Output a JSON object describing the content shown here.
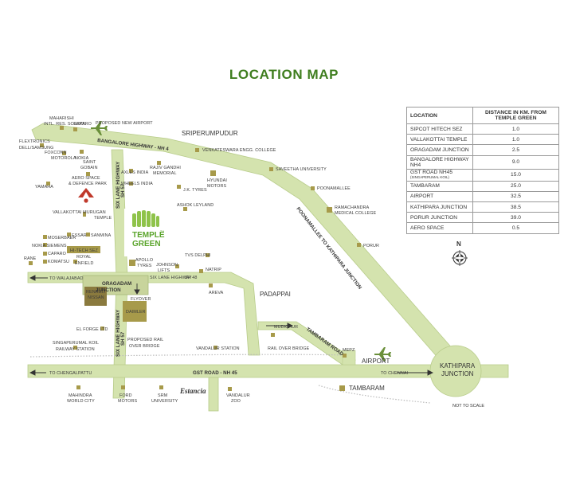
{
  "title": "LOCATION MAP",
  "table": {
    "header_location": "LOCATION",
    "header_distance": "DISTANCE IN KM. FROM TEMPLE GREEN",
    "rows": [
      {
        "name": "SIPCOT HITECH SEZ",
        "sub": "",
        "km": "1.0"
      },
      {
        "name": "VALLAKOTTAI TEMPLE",
        "sub": "",
        "km": "1.0"
      },
      {
        "name": "ORAGADAM JUNCTION",
        "sub": "",
        "km": "2.5"
      },
      {
        "name": "BANGALORE HIGHWAY NH4",
        "sub": "",
        "km": "9.0"
      },
      {
        "name": "GST ROAD NH45",
        "sub": "(SINGAPERUMAL KOIL)",
        "km": "15.0"
      },
      {
        "name": "TAMBARAM",
        "sub": "",
        "km": "25.0"
      },
      {
        "name": "AIRPORT",
        "sub": "",
        "km": "32.5"
      },
      {
        "name": "KATHIPARA JUNCTION",
        "sub": "",
        "km": "38.5"
      },
      {
        "name": "PORUR JUNCTION",
        "sub": "",
        "km": "39.0"
      },
      {
        "name": "AERO SPACE",
        "sub": "",
        "km": "0.5"
      }
    ]
  },
  "compass": "N",
  "scale_note": "NOT TO SCALE",
  "roads": {
    "sriperumpudur": "SRIPERUMPUDUR",
    "bangalore_highway": "BANGALORE HIGHWAY - NH 4",
    "six_lane_1": "SIX LANE HIGHWAY",
    "six_lane_1b": "SH 57",
    "six_lane_2": "SIX LANE HIGHWAY",
    "six_lane_2b": "SH 57",
    "poonamallee": "POONAMALLEE TO KATHIPARA JUNCTION",
    "walajabad": "TO WALAJABAD",
    "oragadam": "ORAGADAM",
    "junction": "JUNCTION",
    "six_lane_sh48": "SIX LANE HIGHWAY",
    "sh48": "SH 48",
    "padappai": "PADAPPAI",
    "mudichur": "MUDICHUR",
    "tambaram_road": "TAMBARAM ROAD",
    "gst_road": "GST ROAD - NH 45",
    "to_chengalpattu": "TO CHENGALPATTU",
    "to_chennai": "TO CHENNAI",
    "kathipara_1": "KATHIPARA",
    "kathipara_2": "JUNCTION",
    "airport": "AIRPORT",
    "tambaram": "TAMBARAM",
    "mepz": "MEPZ",
    "vandalur_station": "VANDALUR STATION",
    "rail_over_bridge": "RAIL OVER BRIDGE",
    "proposed_rob_1": "PROPOSED RAIL",
    "proposed_rob_2": "OVER BRIDGE",
    "singaperumal_1": "SINGAPERUMAL KOIL",
    "singaperumal_2": "RAILWAY STATION",
    "flyover": "FLYOVER"
  },
  "places": {
    "maharishi_1": "MAHARISHI",
    "maharishi_2": "INTL. RES. SCHOOL",
    "caparo_top": "CAPARO",
    "proposed_airport": "PROPOSED NEW AIRPORT",
    "flextronics": "FLEXTRONICS",
    "dell": "DELL/SAMSUNG",
    "foxconn": "FOXCONN",
    "motorola": "MOTOROLA",
    "nokia_top": "NOKIA",
    "saint_gobain_1": "SAINT",
    "saint_gobain_2": "GOBAIN",
    "venkateswara": "VENKATESWARA ENGG. COLLEGE",
    "saveetha": "SAVEETHA UNIVERSITY",
    "axles": "AXLES INDIA",
    "rajiv_1": "RAJIV GANDHI",
    "rajiv_2": "MEMORIAL",
    "wheels": "WHEELS INDIA",
    "jk_tyres": "J.K. TYRES",
    "hyundai_1": "HYUNDAI",
    "hyundai_2": "MOTORS",
    "poonamallee": "POONAMALLEE",
    "aero_1": "AERO SPACE",
    "aero_2": "& DEFENCE PARK",
    "yamaha": "YAMAHA",
    "ashok": "ASHOK LEYLAND",
    "ramachandra_1": "RAMACHANDRA",
    "ramachandra_2": "MEDICAL COLLEGE",
    "porur": "PORUR",
    "vallakottai_1": "VALLAKOTTAI MURUGAN",
    "vallakottai_2": "TEMPLE",
    "moserbaer": "MOSERBAER",
    "essar": "ESSAR",
    "sanmina": "SANMINA",
    "nokia_siemens": "NOKIA SIEMENS",
    "hitech_sez": "HI-TECH SEZ",
    "caparo_mid": "CAPARO",
    "komatsu": "KOMATSU",
    "royal_1": "ROYAL",
    "royal_2": "ENFIELD",
    "rane": "RANE",
    "tvs_delphi": "TVS DELPHI",
    "apollo_1": "APOLLO",
    "apollo_2": "TYRES",
    "johnson_1": "JOHNSON",
    "johnson_2": "LIFTS",
    "natrip": "NATRIP",
    "areva": "AREVA",
    "renault_1": "RENAULT",
    "renault_2": "NISSAN",
    "daimler": "DAIMLER",
    "el_forge": "EL FORGE LTD",
    "mahindra_1": "MAHINDRA",
    "mahindra_2": "WORLD CITY",
    "ford_1": "FORD",
    "ford_2": "MOTORS",
    "srm_1": "SRM",
    "srm_2": "UNIVERSITY",
    "estancia": "Estancia",
    "vandalur_1": "VANDALUR",
    "vandalur_2": "ZOO"
  },
  "project": {
    "line1": "TEMPLE",
    "tm": "TM",
    "line2": "GREEN"
  },
  "colors": {
    "road": "#d4e3ae",
    "road_edge": "#b8cc8a",
    "title": "#3f7e1f",
    "marker": "#a79a4a",
    "marker_dark": "#6e6a3a",
    "temple_green": "#5aa42b",
    "tree_green": "#8fc34a"
  }
}
